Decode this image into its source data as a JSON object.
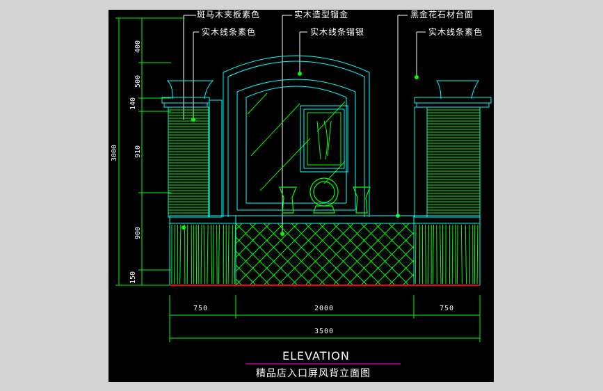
{
  "annotations": {
    "top_left": "斑马木夹板素色",
    "top_center": "实木造型镏金",
    "top_right": "黑金花石材台面",
    "second_left": "实木线条素色",
    "second_center": "实木线条镏银",
    "second_right": "实木线条素色"
  },
  "vertical_dims": {
    "total": "3000",
    "d400": "400",
    "d500": "500",
    "d140": "140",
    "d910": "910",
    "d900": "900",
    "d150": "150"
  },
  "horizontal_dims": {
    "left": "750",
    "center": "2000",
    "right": "750",
    "total": "3500"
  },
  "title": "ELEVATION",
  "subtitle": "精品店入口屏风背立面图",
  "colors": {
    "background": "#000000",
    "outline": "#00ffff",
    "detail": "#00ff00",
    "dimension": "#00ff00",
    "base_line": "#ff0000",
    "underline": "#ff00ff"
  }
}
